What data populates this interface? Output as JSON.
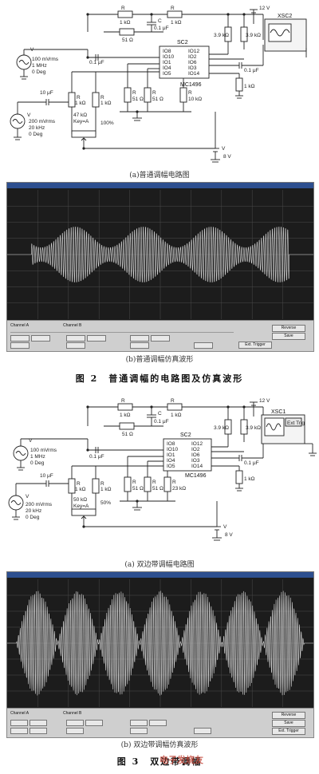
{
  "figure2": {
    "circuit_a": {
      "chip_name": "SC2",
      "chip_model": "MC1496",
      "pins_left": [
        "IO8",
        "IO10",
        "IO1",
        "IO4",
        "IO5"
      ],
      "pins_right": [
        "IO12",
        "IO2",
        "IO6",
        "IO3",
        "IO14"
      ],
      "scope_name": "XSC2",
      "r_1k": "1 kΩ",
      "r_51": "51 Ω",
      "r_39k": "3.9 kΩ",
      "r_10k": "10 kΩ",
      "r_47k": "47 kΩ",
      "key": "Key=A",
      "percent": "100%",
      "cap_01": "0.1 μF",
      "cap_10u": "10 μF",
      "v1_rms": "100 mVrms",
      "v1_freq": "1 MHz",
      "v1_phase": "0 Deg",
      "v2_rms": "200 mVrms",
      "v2_freq": "20 kHz",
      "v2_phase": "0 Deg",
      "supply_pos": "12 V",
      "supply_neg": "8 V"
    },
    "caption_a": "(a)普通调幅电路图",
    "caption_b": "(b)普通调幅仿真波形",
    "caption_main": "图 2　普通调幅的电路图及仿真波形",
    "scope_b": {
      "envelope_cycles": 4.5,
      "modulation_index": 0.6,
      "channel_labels": [
        "Channel A",
        "Channel B"
      ],
      "buttons": [
        "Reverse",
        "Save",
        "Ext. Trigger"
      ]
    }
  },
  "figure3": {
    "circuit_a": {
      "chip_name": "SC2",
      "chip_model": "MC1496",
      "pins_left": [
        "IO8",
        "IO10",
        "IO1",
        "IO4",
        "IO5"
      ],
      "pins_right": [
        "IO12",
        "IO2",
        "IO6",
        "IO3",
        "IO14"
      ],
      "scope_name": "XSC1",
      "scope_ext": "Ext Trig",
      "r_1k": "1 kΩ",
      "r_51": "51 Ω",
      "r_39k": "3.9 kΩ",
      "r_23k": "23 kΩ",
      "r_50k": "50 kΩ",
      "key": "Key=A",
      "percent": "50%",
      "cap_01": "0.1 μF",
      "cap_10u": "10 μF",
      "v1_rms": "100 mVrms",
      "v1_freq": "1 MHz",
      "v1_phase": "0 Deg",
      "v2_rms": "200 mVrms",
      "v2_freq": "20 kHz",
      "v2_phase": "0 Deg",
      "supply_pos": "12 V",
      "supply_neg": "8 V"
    },
    "caption_a": "(a) 双边带调幅电路图",
    "caption_b": "(b) 双边带调幅仿真波形",
    "caption_main": "图 3　双边带调幅",
    "scope_b": {
      "lobes": 7,
      "channel_labels": [
        "Channel A",
        "Channel B"
      ],
      "buttons": [
        "Reverse",
        "Save",
        "Ext. Trigger"
      ]
    }
  },
  "colors": {
    "scope_bg": "#1c1c1c",
    "grid": "#4a4a4a",
    "trace": "#d8d8d8",
    "panel": "#cfcfcf",
    "watermark": "#c0392b"
  },
  "watermark": "电子发烧友"
}
